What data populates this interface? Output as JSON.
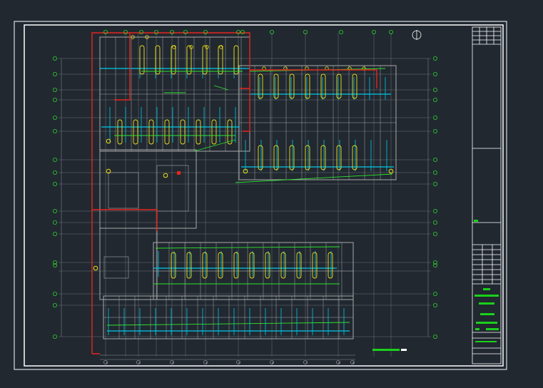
{
  "colors": {
    "background": "#212830",
    "frame": "#ffffff",
    "wall": "#a9a9a9",
    "grid_line": "#8a8f96",
    "axis_bubble": "#2ed12e",
    "fire_main": "#e8261d",
    "cold_water": "#00c8e6",
    "hot_water": "#f0e01a",
    "drain": "#2ee62e",
    "title_green": "#19d119"
  },
  "drawing": {
    "north_arrow_icon": "north-arrow-icon",
    "bottom_axis_labels": [
      "1",
      "2",
      "3",
      "4",
      "5",
      "6",
      "7",
      "8",
      "9"
    ]
  }
}
